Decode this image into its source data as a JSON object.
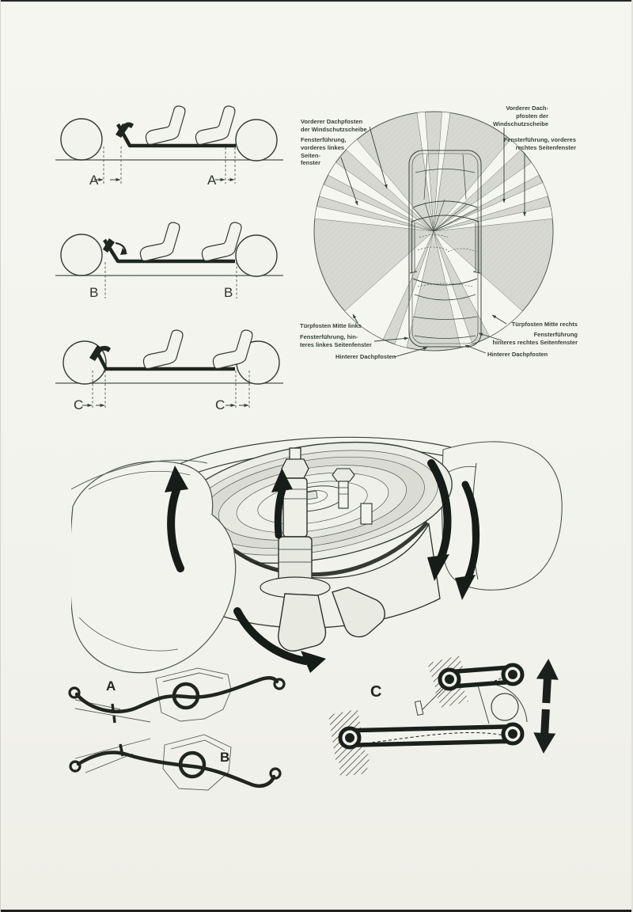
{
  "colors": {
    "paper": "#f3f3ee",
    "ink": "#20261f",
    "ink_soft": "#49544a",
    "label_ink": "#36413a",
    "circle_fill": "#d6d8d1",
    "wedge_fill": "#f6f6f1"
  },
  "seating": {
    "diagram_a_label": "A",
    "diagram_b_label": "B",
    "diagram_c_label": "C"
  },
  "visibility": {
    "labels": {
      "left_top_1": "Vorderer Dachpfosten\nder Windschutzscheibe",
      "left_top_2": "Fensterführung,\nvorderes linkes\nSeiten-\nfenster",
      "right_top_1": "Vorderer Dach-\npfosten der\nWindschutzscheibe",
      "right_top_2": "Fensterführung, vorderes\nrechtes Seitenfenster",
      "left_bottom_1": "Türpfosten Mitte links",
      "left_bottom_2": "Fensterführung, hin-\nteres linkes Seitenfenster",
      "left_bottom_3": "Hinterer Dachpfosten",
      "right_bottom_1": "Türpfosten Mitte rechts",
      "right_bottom_2": "Fensterführung\nhinteres rechtes Seitenfenster",
      "right_bottom_3": "Hinterer Dachpfosten"
    }
  },
  "stabilizer": {
    "label_a": "A",
    "label_b": "B"
  },
  "linkage": {
    "label_c": "C"
  }
}
